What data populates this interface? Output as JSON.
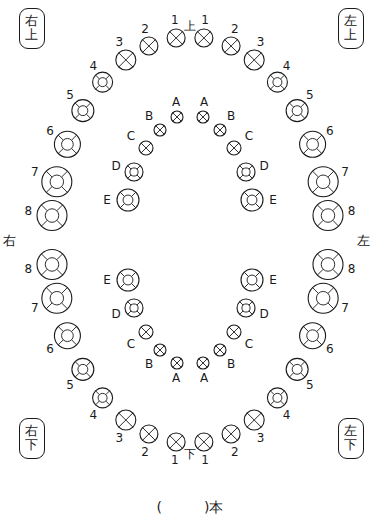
{
  "diagram": {
    "caption": "(　　　)本",
    "nodes": [
      {
        "text": [
          "右上"
        ]
      },
      {
        "text": [
          "左上"
        ]
      },
      {
        "text": [
          "右下"
        ]
      },
      {
        "text": [
          "左下"
        ]
      }
    ],
    "labels": [
      "上",
      "1",
      "2",
      "3",
      "4",
      "5",
      "6",
      "7",
      "8",
      "1",
      "2",
      "3",
      "4",
      "5",
      "6",
      "7",
      "8",
      "A",
      "B",
      "C",
      "D",
      "E",
      "A",
      "B",
      "C",
      "D",
      "E",
      "右",
      "左",
      "A",
      "B",
      "C",
      "D",
      "E",
      "A",
      "B",
      "C",
      "D",
      "E",
      "1",
      "2",
      "3",
      "4",
      "5",
      "6",
      "7",
      "8",
      "1",
      "2",
      "3",
      "4",
      "5",
      "6",
      "7",
      "8",
      "下"
    ]
  }
}
